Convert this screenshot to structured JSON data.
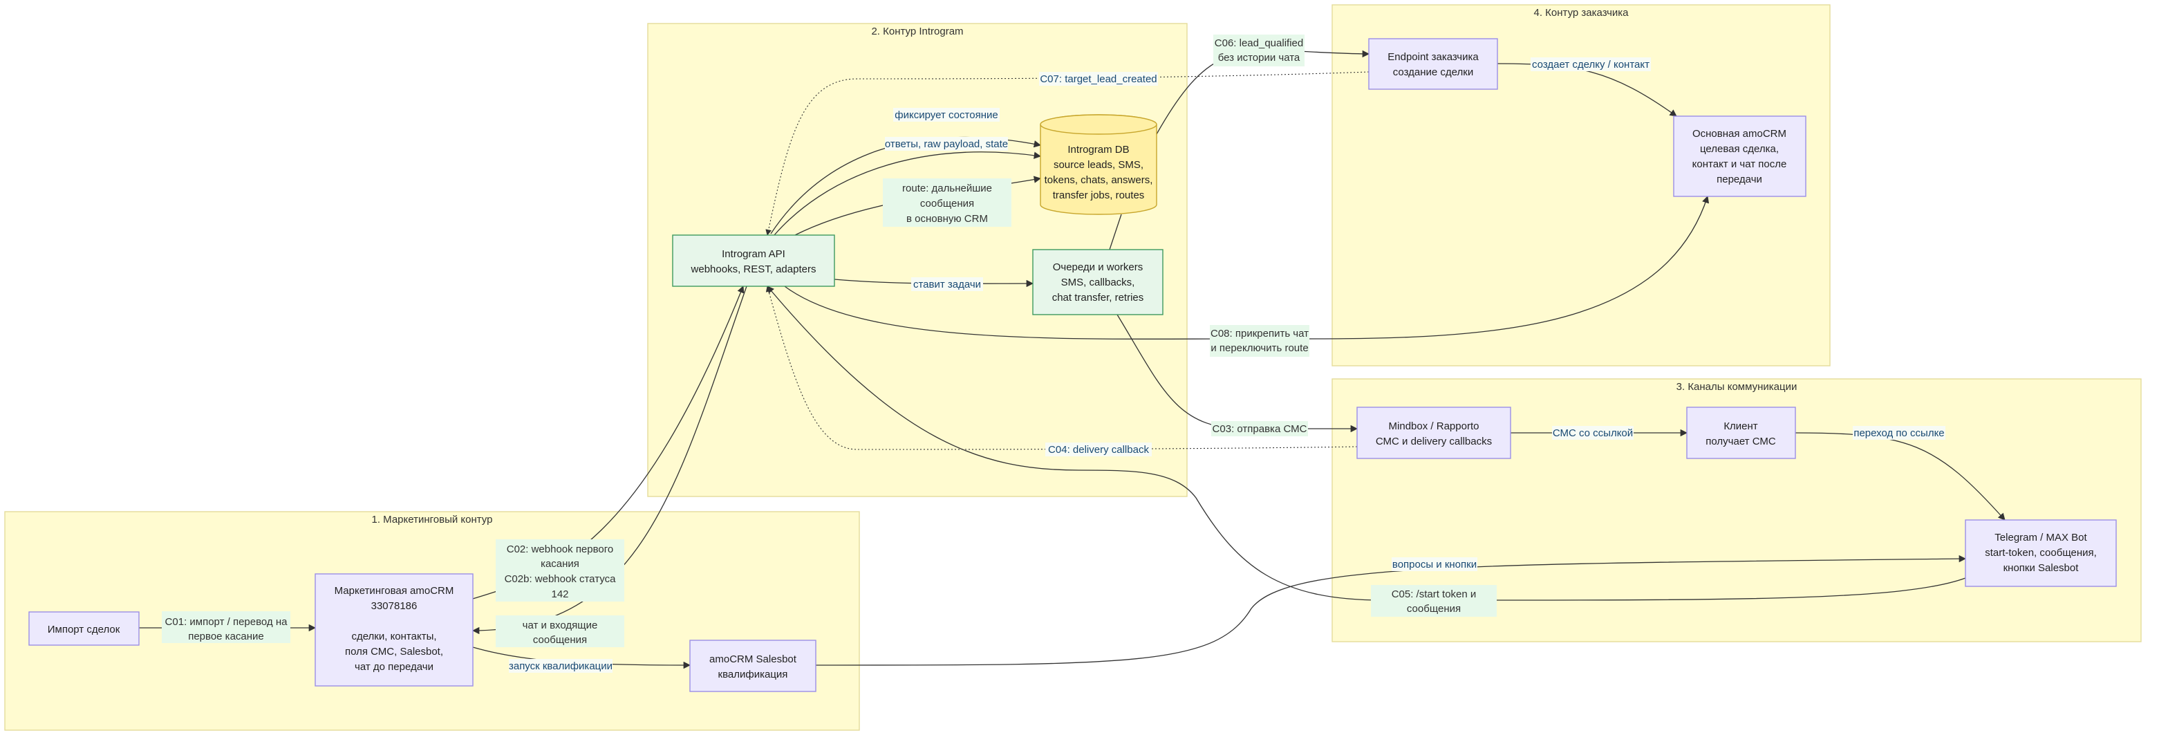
{
  "clusters": {
    "marketing": "1. Маркетинговый контур",
    "introgram": "2. Контур Introgram",
    "channels": "3. Каналы коммуникации",
    "customer": "4. Контур заказчика"
  },
  "nodes": {
    "import": [
      "Импорт сделок"
    ],
    "marketing_crm": [
      "Маркетинговая amoCRM",
      "33078186",
      "",
      "сделки, контакты,",
      "поля СМС, Salesbot,",
      "чат до передачи"
    ],
    "salesbot": [
      "amoCRM Salesbot",
      "квалификация"
    ],
    "api": [
      "Introgram API",
      "webhooks, REST, adapters"
    ],
    "db": [
      "Introgram DB",
      "source leads, SMS,",
      "tokens, chats, answers,",
      "transfer jobs, routes"
    ],
    "queues": [
      "Очереди и workers",
      "SMS, callbacks,",
      "chat transfer, retries"
    ],
    "mindbox": [
      "Mindbox / Rapporto",
      "СМС и delivery callbacks"
    ],
    "client": [
      "Клиент",
      "получает СМС"
    ],
    "telegram": [
      "Telegram / MAX Bot",
      "start-token, сообщения,",
      "кнопки Salesbot"
    ],
    "endpoint": [
      "Endpoint заказчика",
      "создание сделки"
    ],
    "main_crm": [
      "Основная amoCRM",
      "целевая сделка,",
      "контакт и чат после",
      "передачи"
    ]
  },
  "edge_labels": {
    "c01": [
      "C01: импорт / перевод на",
      "первое касание"
    ],
    "c02": [
      "C02: webhook первого",
      "касания",
      "C02b: webhook статуса",
      "142"
    ],
    "chat_in": [
      "чат и входящие",
      "сообщения"
    ],
    "start_qual": [
      "запуск квалификации"
    ],
    "fixes_state": [
      "фиксирует состояние"
    ],
    "answers": [
      "ответы, raw payload, state"
    ],
    "route": [
      "route: дальнейшие",
      "сообщения",
      "в основную CRM"
    ],
    "tasks": [
      "ставит задачи"
    ],
    "c07": [
      "C07: target_lead_created"
    ],
    "c06": [
      "C06: lead_qualified",
      "без истории чата"
    ],
    "creates_deal": [
      "создает сделку / контакт"
    ],
    "c08": [
      "C08: прикрепить чат",
      "и переключить route"
    ],
    "c03": [
      "C03: отправка СМС"
    ],
    "c04": [
      "C04: delivery callback"
    ],
    "sms_link": [
      "СМС со ссылкой"
    ],
    "follow_link": [
      "переход по ссылке"
    ],
    "questions": [
      "вопросы и кнопки"
    ],
    "c05": [
      "C05: /start token и",
      "сообщения"
    ]
  }
}
